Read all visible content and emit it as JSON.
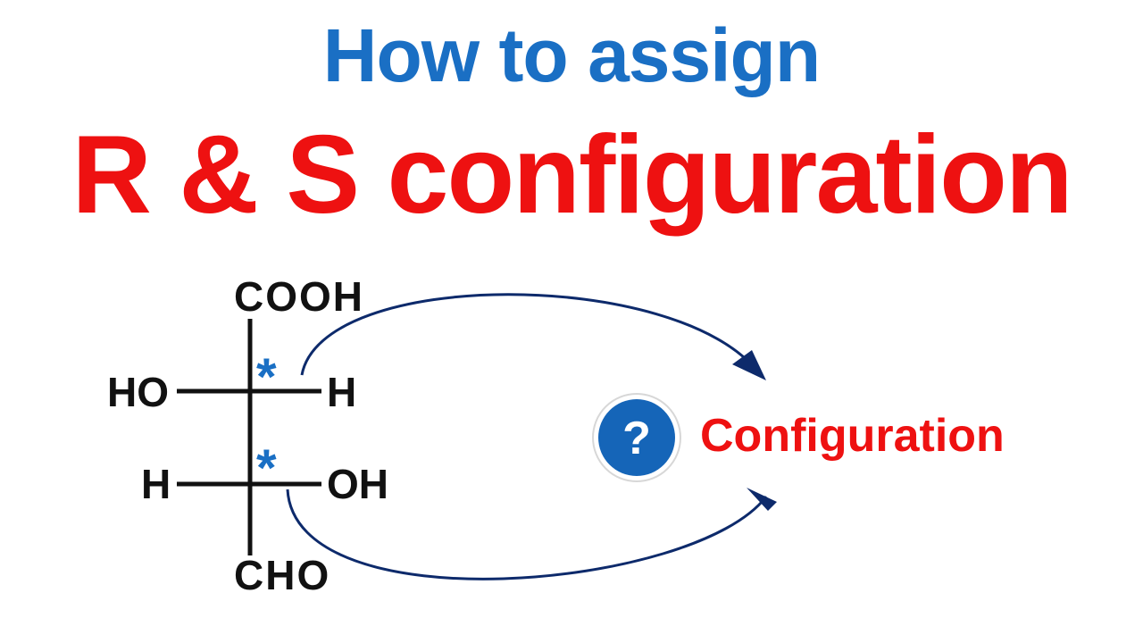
{
  "title": {
    "line1": "How to assign",
    "line2": "R & S configuration"
  },
  "molecule": {
    "top_group": "COOH",
    "bottom_group": "CHO",
    "row1": {
      "left": "HO",
      "right": "H",
      "stereocenter_marker": "*"
    },
    "row2": {
      "left": "H",
      "right": "OH",
      "stereocenter_marker": "*"
    }
  },
  "result": {
    "unknown_symbol": "?",
    "label": "Configuration"
  },
  "colors": {
    "title_blue": "#1a6fc4",
    "title_red": "#ee1111",
    "arrow_navy": "#0d2a6b",
    "circle_blue": "#1565b8"
  },
  "icons": {
    "arrow": "curved-arrow-icon",
    "question": "question-mark-icon"
  }
}
